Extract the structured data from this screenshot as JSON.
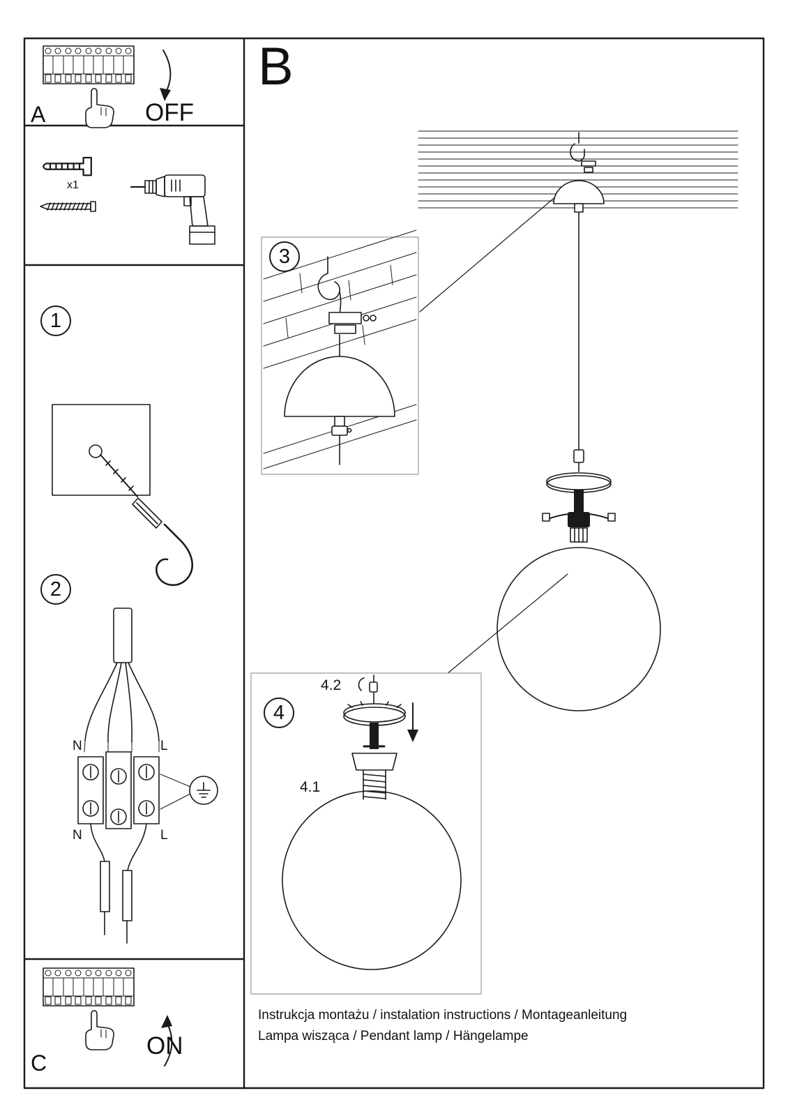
{
  "sections": {
    "a": "A",
    "b": "B",
    "c": "C"
  },
  "power": {
    "off": "OFF",
    "on": "ON"
  },
  "tools": {
    "qty": "x1"
  },
  "steps": {
    "s1": "1",
    "s2": "2",
    "s3": "3",
    "s4": "4"
  },
  "parts": {
    "p41": "4.1",
    "p42": "4.2"
  },
  "wiring": {
    "n_top": "N",
    "l_top": "L",
    "n_bottom": "N",
    "l_bottom": "L"
  },
  "footer": {
    "line1": "Instrukcja montażu / instalation instructions / Montageanleitung",
    "line2": "Lampa wisząca / Pendant lamp / Hängelampe"
  },
  "colors": {
    "ink": "#1a1a1a",
    "box_border": "#999999"
  }
}
